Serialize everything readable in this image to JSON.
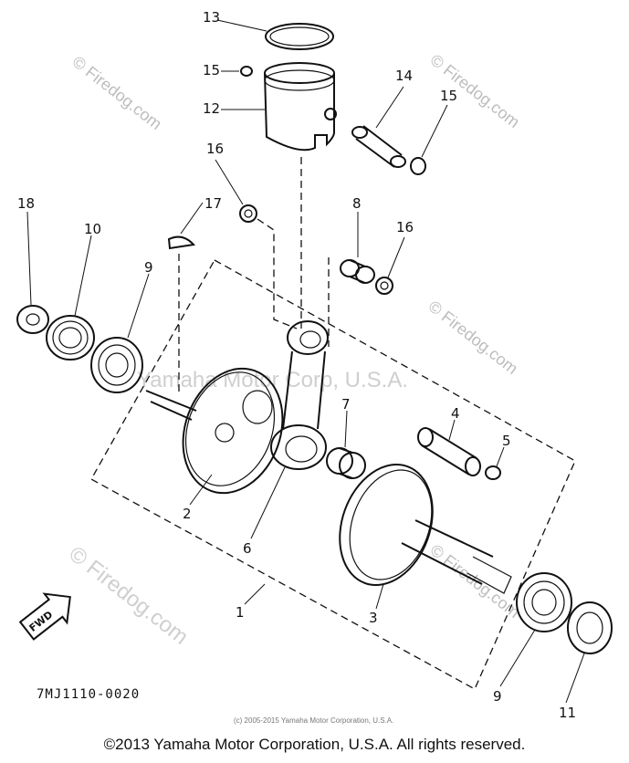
{
  "callouts": [
    "13",
    "15",
    "12",
    "14",
    "15",
    "16",
    "8",
    "16",
    "17",
    "18",
    "10",
    "9",
    "7",
    "4",
    "5",
    "2",
    "6",
    "3",
    "1",
    "9",
    "11"
  ],
  "watermarks": [
    "© Firedog.com",
    "© Firedog.com",
    "© Firedog.com",
    "© Firedog.com",
    "© Firedog.com"
  ],
  "watermark_center": "Yamaha Motor Corp, U.S.A.",
  "diagram_code": "7MJ1110-0020",
  "fwd_label": "FWD",
  "small_notice": "(c) 2005-2015 Yamaha Motor Corporation, U.S.A.",
  "copyright": "©2013 Yamaha Motor Corporation, U.S.A. All rights reserved."
}
